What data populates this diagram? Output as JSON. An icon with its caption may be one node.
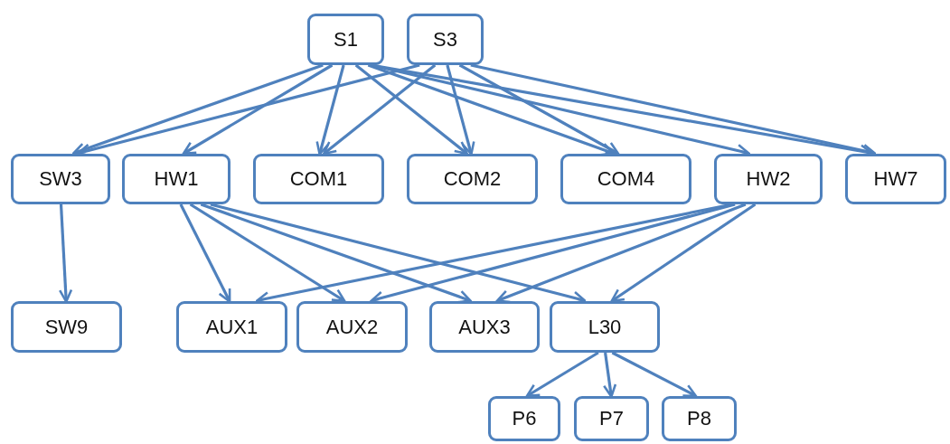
{
  "diagram": {
    "nodes": [
      {
        "text": [
          "S1"
        ]
      },
      {
        "text": [
          "S3"
        ]
      },
      {
        "text": [
          "SW3"
        ]
      },
      {
        "text": [
          "HW1"
        ]
      },
      {
        "text": [
          "COM1"
        ]
      },
      {
        "text": [
          "COM2"
        ]
      },
      {
        "text": [
          "COM4"
        ]
      },
      {
        "text": [
          "HW2"
        ]
      },
      {
        "text": [
          "HW7"
        ]
      },
      {
        "text": [
          "SW9"
        ]
      },
      {
        "text": [
          "AUX1"
        ]
      },
      {
        "text": [
          "AUX2"
        ]
      },
      {
        "text": [
          "AUX3"
        ]
      },
      {
        "text": [
          "L30"
        ]
      },
      {
        "text": [
          "P6"
        ]
      },
      {
        "text": [
          "P7"
        ]
      },
      {
        "text": [
          "P8"
        ]
      }
    ],
    "edges": [
      {
        "from": 0,
        "to": 2,
        "arrow": "to"
      },
      {
        "from": 0,
        "to": 3,
        "arrow": "to"
      },
      {
        "from": 0,
        "to": 4,
        "arrow": "to"
      },
      {
        "from": 0,
        "to": 5,
        "arrow": "to"
      },
      {
        "from": 0,
        "to": 6,
        "arrow": "to"
      },
      {
        "from": 0,
        "to": 7,
        "arrow": "to"
      },
      {
        "from": 0,
        "to": 8,
        "arrow": "to"
      },
      {
        "from": 1,
        "to": 2,
        "arrow": "to"
      },
      {
        "from": 1,
        "to": 4,
        "arrow": "to"
      },
      {
        "from": 1,
        "to": 5,
        "arrow": "to"
      },
      {
        "from": 1,
        "to": 6,
        "arrow": "to"
      },
      {
        "from": 1,
        "to": 8,
        "arrow": "to"
      },
      {
        "from": 2,
        "to": 9,
        "arrow": "to"
      },
      {
        "from": 3,
        "to": 10,
        "arrow": "to"
      },
      {
        "from": 3,
        "to": 11,
        "arrow": "to"
      },
      {
        "from": 3,
        "to": 12,
        "arrow": "to"
      },
      {
        "from": 3,
        "to": 13,
        "arrow": "to"
      },
      {
        "from": 7,
        "to": 10,
        "arrow": "to"
      },
      {
        "from": 7,
        "to": 11,
        "arrow": "to"
      },
      {
        "from": 7,
        "to": 12,
        "arrow": "to"
      },
      {
        "from": 7,
        "to": 13,
        "arrow": "to"
      },
      {
        "from": 13,
        "to": 14,
        "arrow": "to"
      },
      {
        "from": 13,
        "to": 15,
        "arrow": "to"
      },
      {
        "from": 13,
        "to": 16,
        "arrow": "to"
      }
    ]
  }
}
